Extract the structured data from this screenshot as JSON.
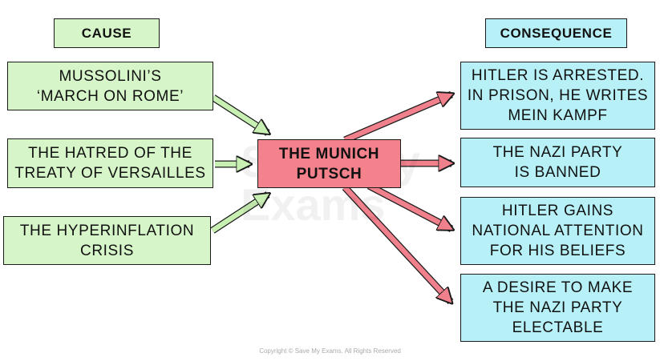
{
  "headers": {
    "cause": "CAUSE",
    "consequence": "CONSEQUENCE"
  },
  "causes": [
    {
      "lines": [
        "MUSSOLINI’S",
        "‘MARCH ON ROME’"
      ]
    },
    {
      "lines": [
        "THE HATRED OF THE",
        "TREATY OF VERSAILLES"
      ]
    },
    {
      "lines": [
        "THE HYPERINFLATION",
        "CRISIS"
      ]
    }
  ],
  "center": {
    "lines": [
      "THE MUNICH",
      "PUTSCH"
    ]
  },
  "consequences": [
    {
      "lines": [
        "HITLER IS ARRESTED.",
        "IN PRISON, HE WRITES",
        "MEIN KAMPF"
      ]
    },
    {
      "lines": [
        "THE NAZI PARTY",
        "IS BANNED"
      ]
    },
    {
      "lines": [
        "HITLER GAINS",
        "NATIONAL ATTENTION",
        "FOR HIS BELIEFS"
      ]
    },
    {
      "lines": [
        "A DESIRE TO MAKE",
        "THE NAZI PARTY",
        "ELECTABLE"
      ]
    }
  ],
  "watermark": {
    "line1": "Save My",
    "line2": "Exams"
  },
  "copyright": "Copyright © Save My Exams. All Rights Reserved",
  "colors": {
    "cause_fill": "#d6f5c8",
    "center_fill": "#f4828c",
    "consequence_fill": "#b7f1f7",
    "cause_arrow": "#c9f0b3",
    "consequence_arrow": "#f0808c"
  }
}
